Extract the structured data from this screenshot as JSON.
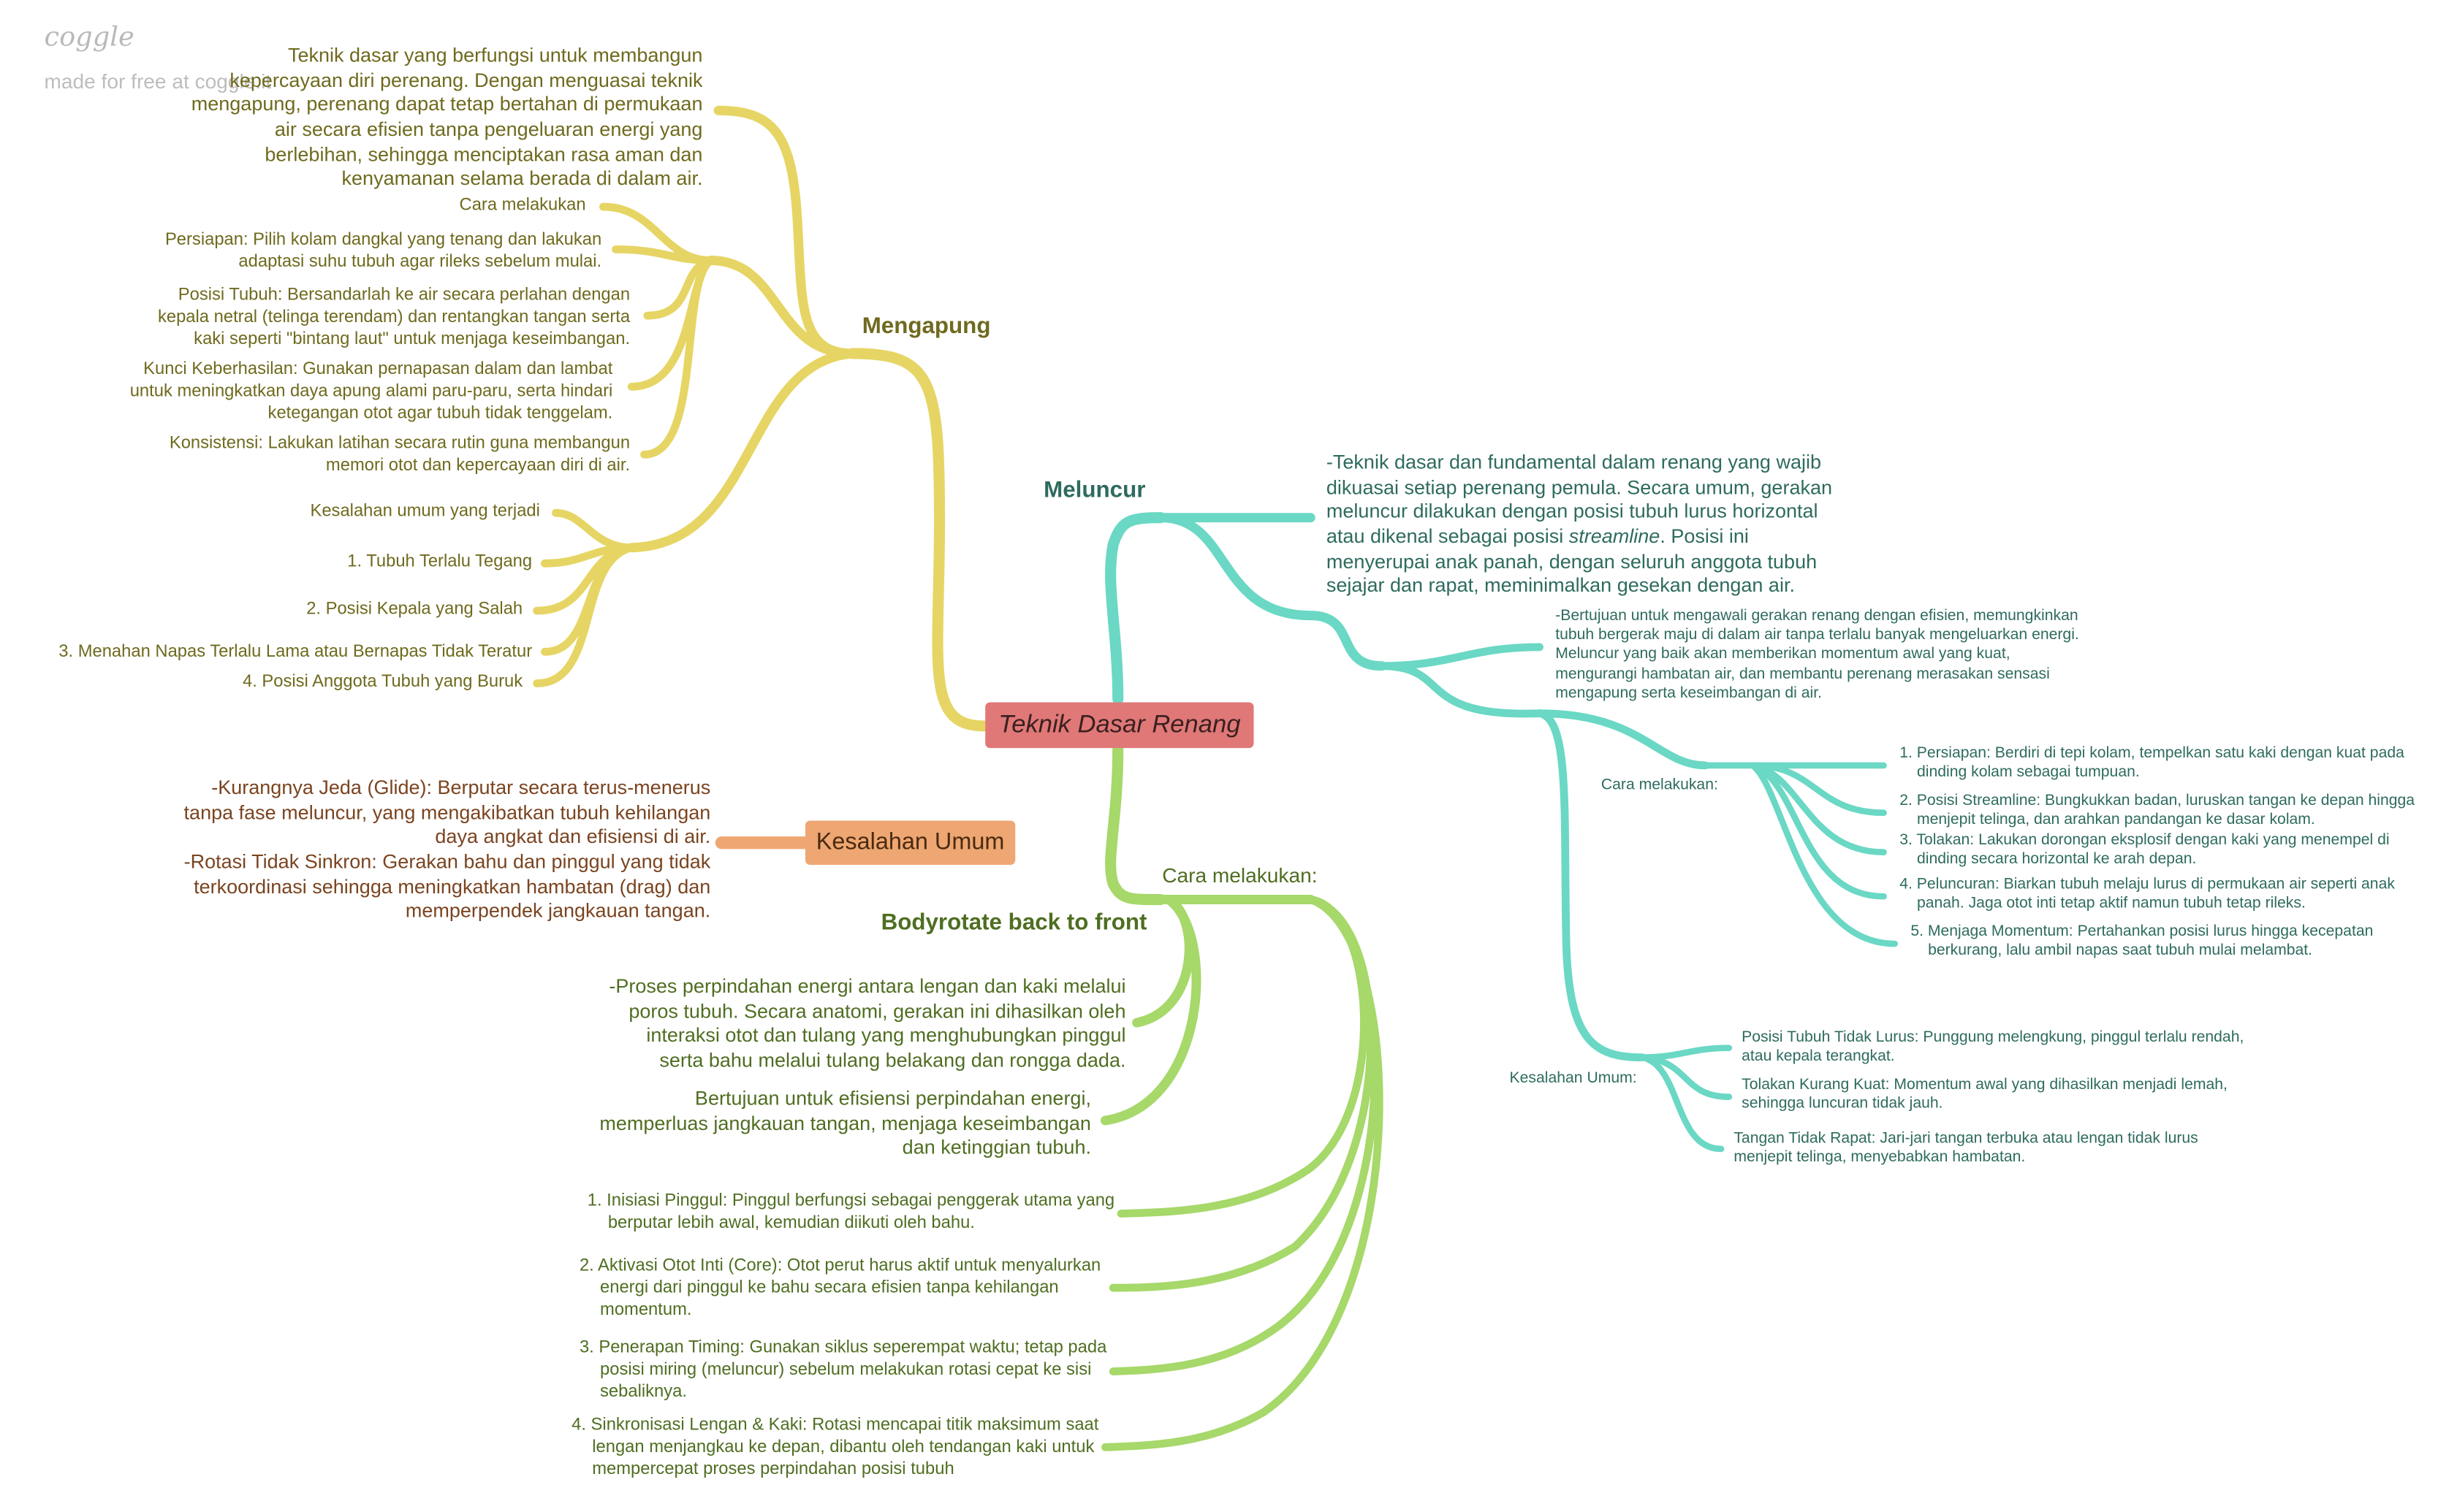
{
  "branding": {
    "logo": "coggle",
    "credit": "made for free at coggle.it"
  },
  "root": {
    "label": "Teknik Dasar Renang"
  },
  "colors": {
    "mengapung": "#e6d564",
    "meluncur": "#6ad8c4",
    "bodyrotate": "#a6d86a",
    "kesalahan": "#eea772",
    "root": "#e07878"
  },
  "mengapung": {
    "title": "Mengapung",
    "description": "Teknik dasar yang berfungsi untuk membangun kepercayaan diri perenang. Dengan menguasai teknik mengapung, perenang dapat tetap bertahan di permukaan air secara efisien tanpa pengeluaran energi yang berlebihan, sehingga menciptakan rasa aman dan kenyamanan selama berada di dalam air.",
    "cara_label": "Cara melakukan",
    "cara": [
      "Persiapan: Pilih kolam dangkal yang tenang dan lakukan adaptasi suhu tubuh agar rileks sebelum mulai.",
      "Posisi Tubuh: Bersandarlah ke air secara perlahan dengan kepala netral (telinga terendam) dan rentangkan tangan serta kaki seperti \"bintang laut\" untuk menjaga keseimbangan.",
      "Kunci Keberhasilan: Gunakan pernapasan dalam dan lambat untuk meningkatkan daya apung alami paru-paru, serta hindari ketegangan otot agar tubuh tidak tenggelam.",
      "Konsistensi: Lakukan latihan secara rutin guna membangun memori otot dan kepercayaan diri di air."
    ],
    "kesalahan_label": "Kesalahan umum yang terjadi",
    "kesalahan": [
      "1. Tubuh Terlalu Tegang",
      "2. Posisi Kepala yang Salah",
      "3. Menahan Napas Terlalu Lama atau Bernapas Tidak Teratur",
      "4. Posisi Anggota Tubuh yang Buruk"
    ]
  },
  "meluncur": {
    "title": "Meluncur",
    "description_a": "-Teknik dasar dan fundamental dalam renang yang wajib dikuasai setiap perenang pemula. Secara umum, gerakan meluncur dilakukan dengan posisi tubuh lurus horizontal atau dikenal sebagai posisi ",
    "description_em": "streamline",
    "description_b": ". Posisi ini menyerupai anak panah, dengan seluruh anggota tubuh sejajar dan rapat, meminimalkan gesekan dengan air.",
    "tujuan": "-Bertujuan untuk mengawali gerakan renang dengan efisien, memungkinkan tubuh bergerak maju di dalam air tanpa terlalu banyak mengeluarkan energi. Meluncur yang baik akan memberikan momentum awal yang kuat, mengurangi hambatan air, dan membantu perenang merasakan sensasi mengapung serta keseimbangan di air.",
    "cara_label": "Cara melakukan:",
    "cara": [
      "1. Persiapan: Berdiri di tepi kolam, tempelkan satu kaki dengan kuat pada dinding kolam sebagai tumpuan.",
      "2. Posisi Streamline: Bungkukkan badan, luruskan tangan ke depan hingga menjepit telinga, dan arahkan pandangan ke dasar kolam.",
      "3. Tolakan: Lakukan dorongan eksplosif dengan kaki yang menempel di dinding secara horizontal ke arah depan.",
      "4. Peluncuran: Biarkan tubuh melaju lurus di permukaan air seperti anak panah. Jaga otot inti tetap aktif namun tubuh tetap rileks.",
      "5. Menjaga Momentum: Pertahankan posisi lurus hingga kecepatan berkurang, lalu ambil napas saat tubuh mulai melambat."
    ],
    "kesalahan_label": "Kesalahan Umum:",
    "kesalahan": [
      "Posisi Tubuh Tidak Lurus: Punggung melengkung, pinggul terlalu rendah, atau kepala terangkat.",
      "Tolakan Kurang Kuat: Momentum awal yang dihasilkan menjadi lemah, sehingga luncuran tidak jauh.",
      "Tangan Tidak Rapat: Jari-jari tangan terbuka atau lengan tidak lurus menjepit telinga, menyebabkan hambatan."
    ]
  },
  "kesalahan_umum": {
    "title": "Kesalahan Umum",
    "text_1": "-Kurangnya Jeda (Glide): Berputar secara terus-menerus tanpa fase meluncur, yang mengakibatkan tubuh kehilangan daya angkat dan efisiensi di air.",
    "text_2": "-Rotasi Tidak Sinkron: Gerakan bahu dan pinggul yang tidak terkoordinasi sehingga meningkatkan hambatan (drag) dan memperpendek jangkauan tangan."
  },
  "bodyrotate": {
    "title": "Bodyrotate back to front",
    "description": "-Proses perpindahan energi antara lengan dan kaki melalui poros tubuh. Secara anatomi, gerakan ini dihasilkan oleh interaksi otot dan tulang yang menghubungkan pinggul serta bahu melalui tulang belakang dan rongga dada.",
    "tujuan": "Bertujuan untuk efisiensi perpindahan energi, memperluas jangkauan tangan, menjaga keseimbangan dan ketinggian tubuh.",
    "cara_label": "Cara melakukan:",
    "cara": [
      "1. Inisiasi Pinggul: Pinggul berfungsi sebagai penggerak utama yang berputar lebih awal, kemudian diikuti oleh bahu.",
      "2. Aktivasi Otot Inti (Core): Otot perut harus aktif untuk menyalurkan energi dari pinggul ke bahu secara efisien tanpa kehilangan momentum.",
      "3. Penerapan Timing: Gunakan siklus seperempat waktu; tetap pada posisi miring (meluncur) sebelum melakukan rotasi cepat ke sisi sebaliknya.",
      "4. Sinkronisasi Lengan & Kaki: Rotasi mencapai titik maksimum saat lengan menjangkau ke depan, dibantu oleh tendangan kaki untuk mempercepat proses perpindahan posisi tubuh"
    ]
  }
}
